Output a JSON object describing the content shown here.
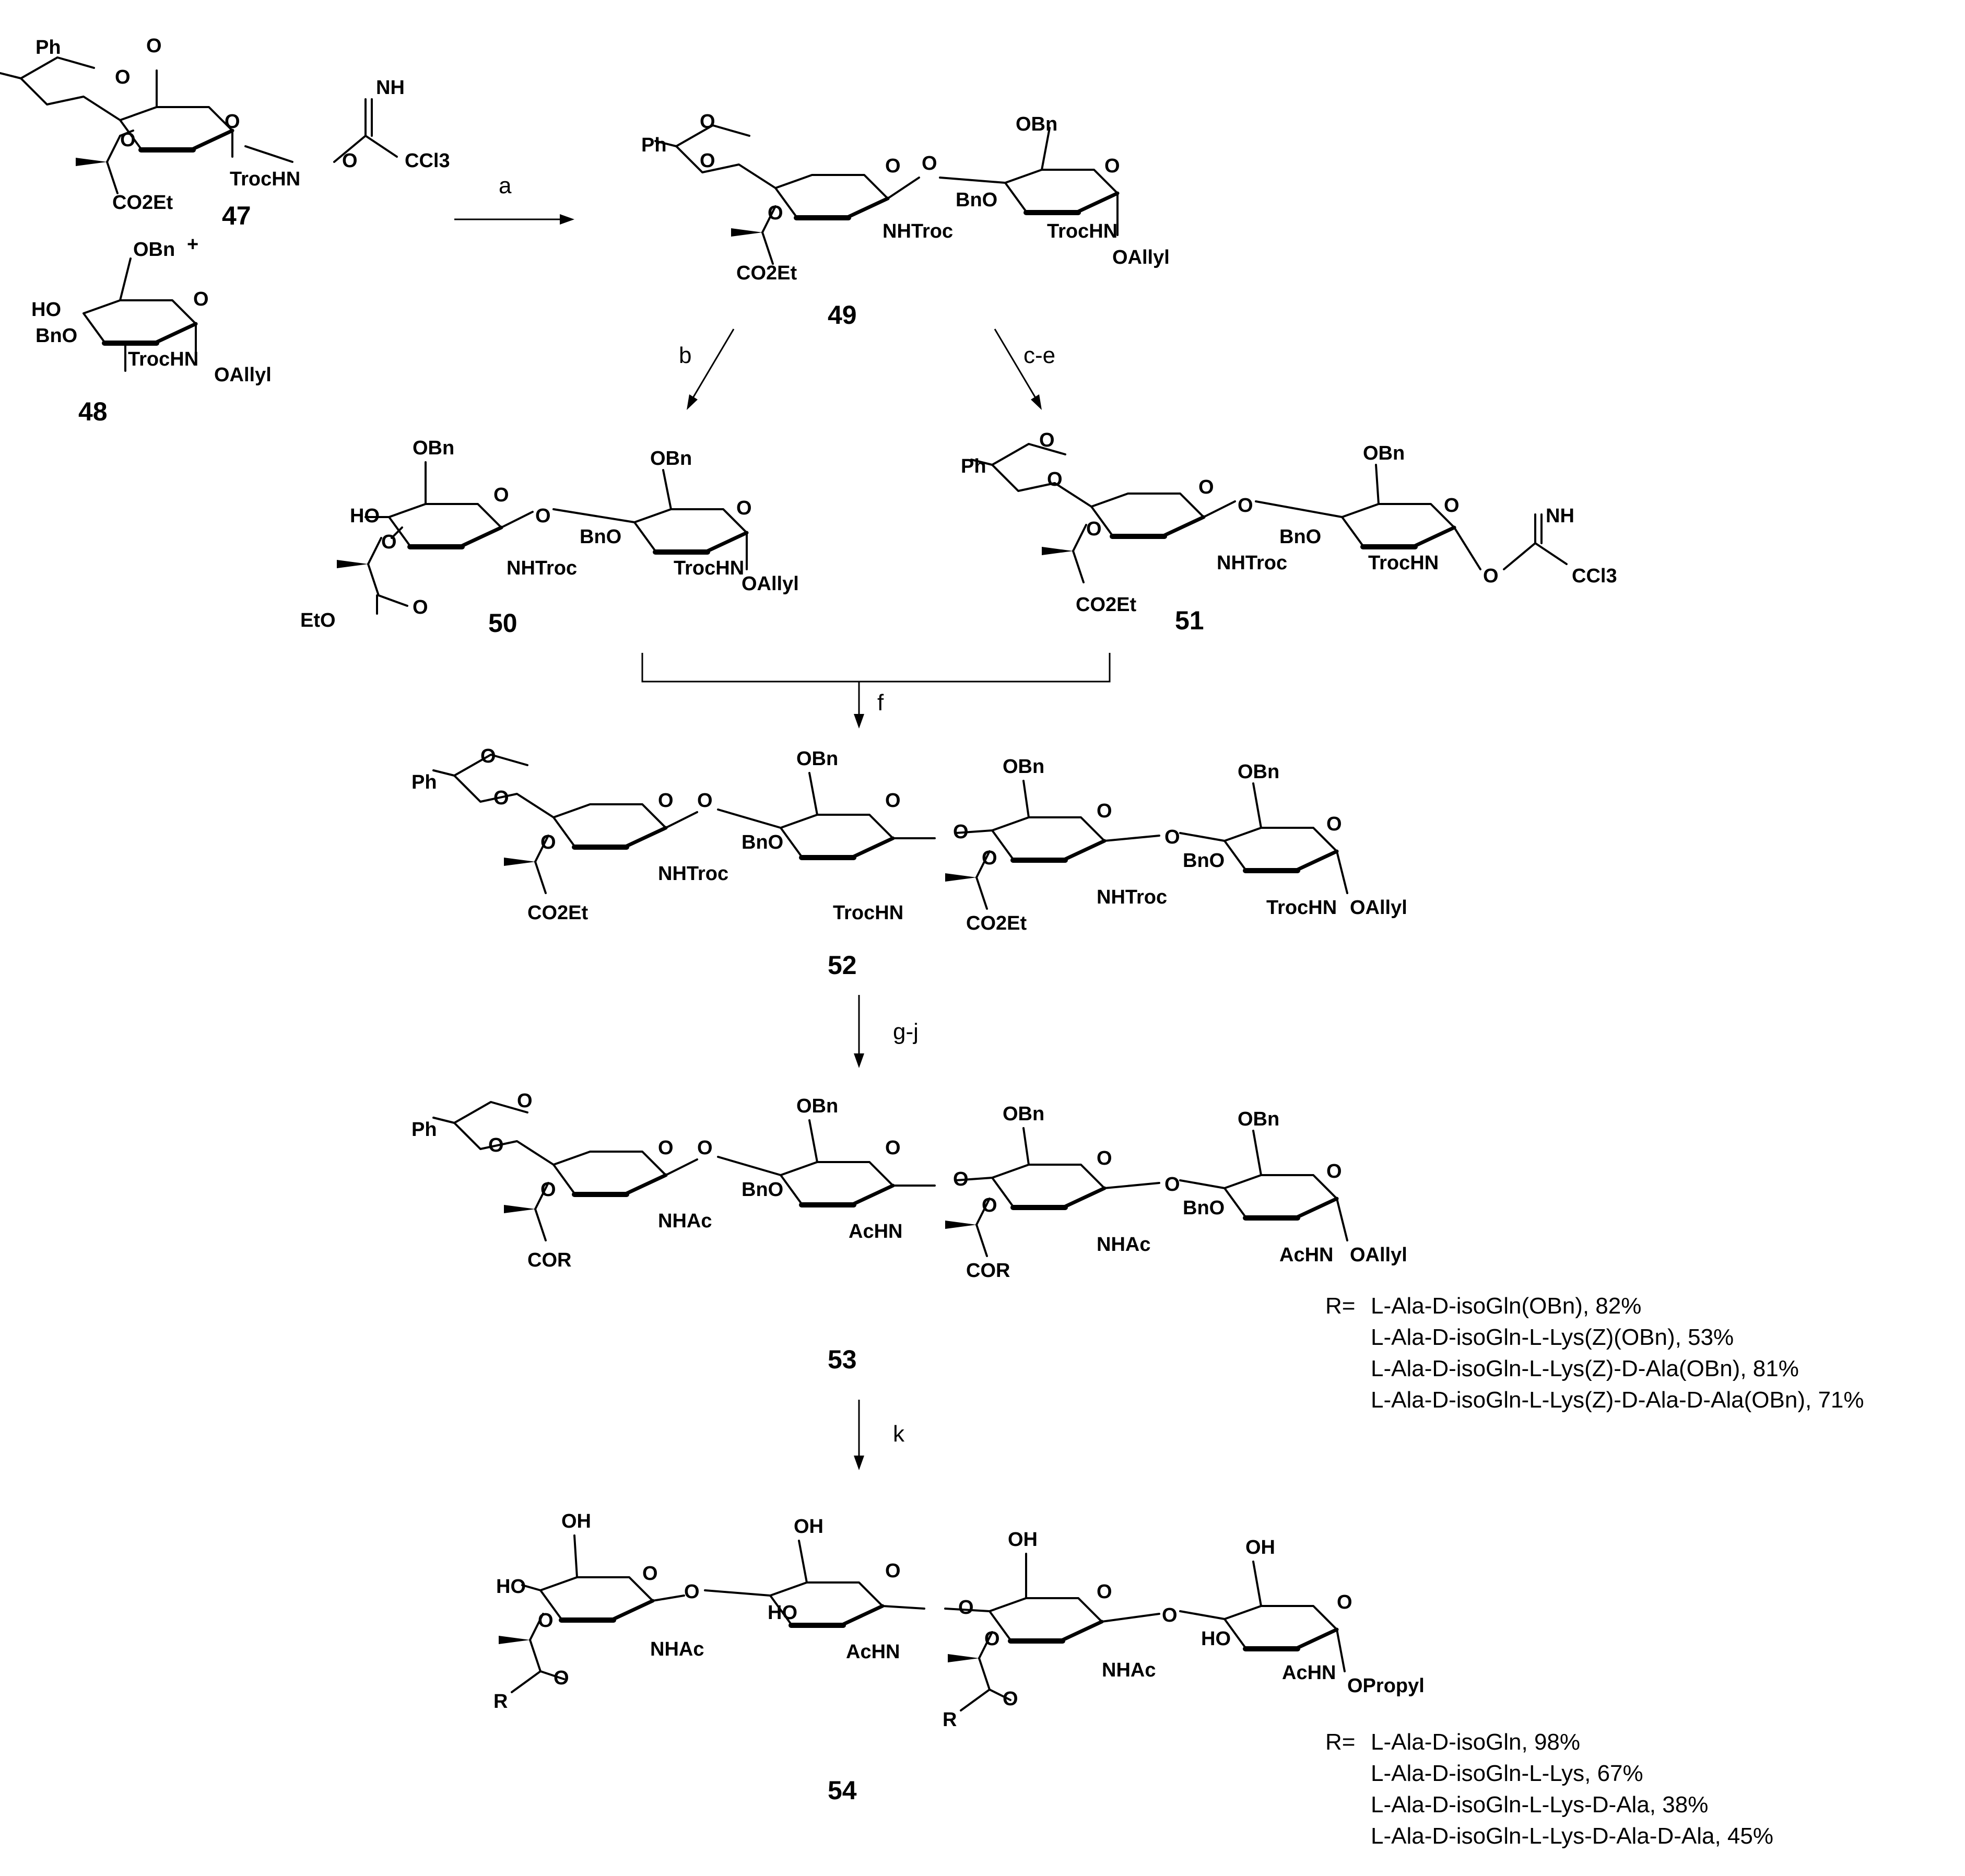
{
  "labels": {
    "ph": "Ph",
    "o": "O",
    "nh": "NH",
    "ccl3": "CCl3",
    "co2et": "CO2Et",
    "trochn": "TrocHN",
    "nhtroc": "NHTroc",
    "obn": "OBn",
    "bno": "BnO",
    "ho": "HO",
    "oallyl": "OAllyl",
    "eto": "EtO",
    "nhac": "NHAc",
    "achn": "AcHN",
    "cor": "COR",
    "oh": "OH",
    "r": "R",
    "opropyl": "OPropyl",
    "plus": "+"
  },
  "compounds": {
    "c47": "47",
    "c48": "48",
    "c49": "49",
    "c50": "50",
    "c51": "51",
    "c52": "52",
    "c53": "53",
    "c54": "54"
  },
  "steps": {
    "a": "a",
    "b": "b",
    "ce": "c-e",
    "f": "f",
    "gj": "g-j",
    "k": "k"
  },
  "r_groups_53": {
    "prefix": "R=",
    "items": [
      "L-Ala-D-isoGln(OBn), 82%",
      "L-Ala-D-isoGln-L-Lys(Z)(OBn), 53%",
      "L-Ala-D-isoGln-L-Lys(Z)-D-Ala(OBn), 81%",
      "L-Ala-D-isoGln-L-Lys(Z)-D-Ala-D-Ala(OBn), 71%"
    ]
  },
  "r_groups_54": {
    "prefix": "R=",
    "items": [
      "L-Ala-D-isoGln, 98%",
      "L-Ala-D-isoGln-L-Lys, 67%",
      "L-Ala-D-isoGln-L-Lys-D-Ala, 38%",
      "L-Ala-D-isoGln-L-Lys-D-Ala-D-Ala, 45%"
    ]
  }
}
